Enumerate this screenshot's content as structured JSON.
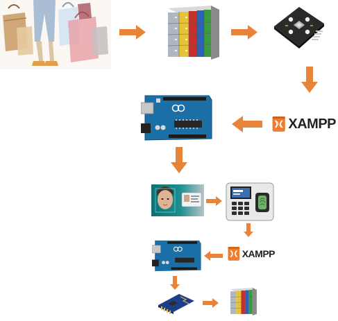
{
  "diagram": {
    "accent_color": "#e8833a",
    "nodes": [
      {
        "name": "shopping-bags-illustration",
        "icon": "bags-shoes-illustration"
      },
      {
        "name": "colorful-lockers",
        "icon": "locker-cabinet"
      },
      {
        "name": "color-sensor-module",
        "icon": "tcs-color-sensor"
      },
      {
        "name": "xampp-server-top",
        "icon": "xampp-logo",
        "label": "XAMPP"
      },
      {
        "name": "arduino-board-top",
        "icon": "arduino-uno"
      },
      {
        "name": "face-recognition-photo",
        "icon": "face-scan-image"
      },
      {
        "name": "fingerprint-terminal",
        "icon": "biometric-terminal"
      },
      {
        "name": "xampp-server-bottom",
        "icon": "xampp-logo",
        "label": "XAMPP"
      },
      {
        "name": "arduino-board-bottom",
        "icon": "arduino-uno"
      },
      {
        "name": "wifi-module",
        "icon": "esp8266-module"
      },
      {
        "name": "colorful-lockers-small",
        "icon": "locker-cabinet"
      }
    ]
  }
}
